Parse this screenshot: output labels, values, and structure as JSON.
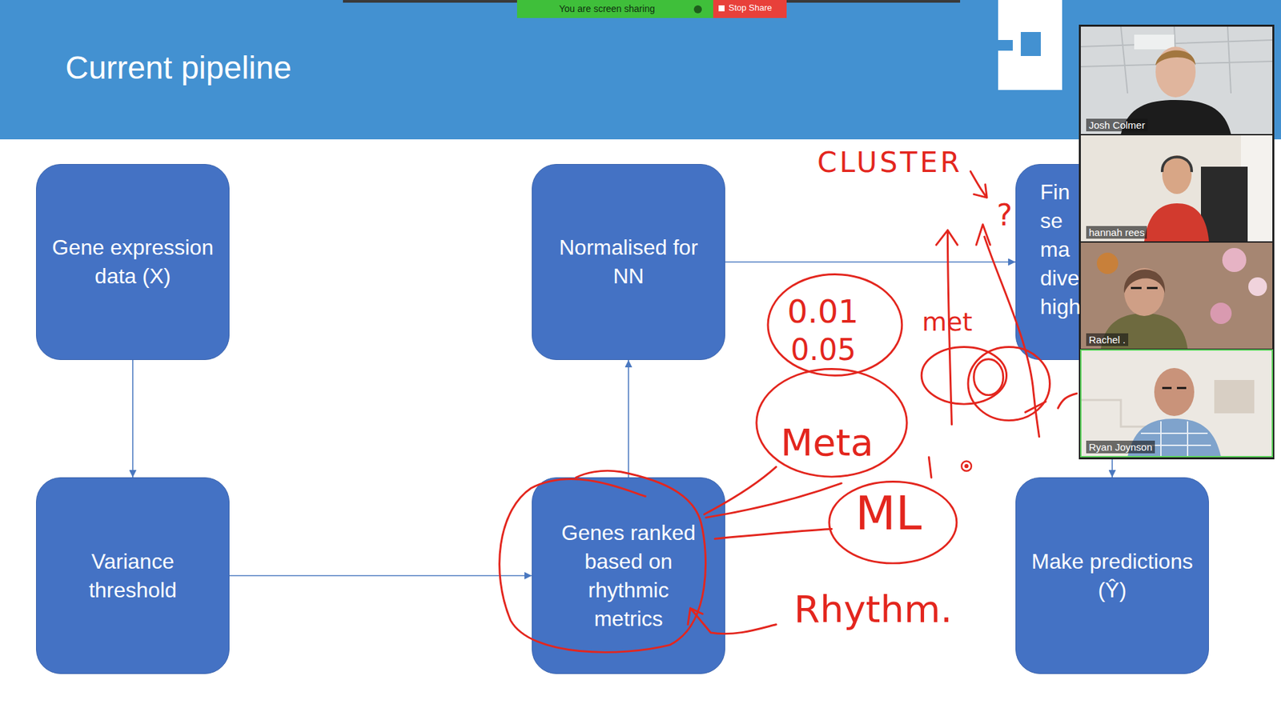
{
  "diagram": {
    "title": "Current pipeline",
    "nodes": [
      {
        "text": [
          "Gene expression data (X)"
        ]
      },
      {
        "text": [
          "Variance threshold"
        ]
      },
      {
        "text": [
          "Genes ranked based on rhythmic metrics"
        ]
      },
      {
        "text": [
          "Normalised for NN"
        ]
      },
      {
        "text": [
          "Fin se ma dive high"
        ]
      },
      {
        "text": [
          "Make predictions (Ŷ)"
        ]
      }
    ],
    "edges": [
      {
        "from": 0,
        "to": 1,
        "arrow": "to"
      },
      {
        "from": 1,
        "to": 2,
        "arrow": "to"
      },
      {
        "from": 2,
        "to": 3,
        "arrow": "to"
      },
      {
        "from": 3,
        "to": 4,
        "arrow": "to"
      },
      {
        "from": 4,
        "to": 5,
        "arrow": "to"
      }
    ],
    "labels": [
      "You are screen sharing",
      "Stop Share",
      "Josh Colmer",
      "hannah rees",
      "Rachel .",
      "Ryan Joynson",
      "CLUSTER",
      "?",
      "0.01",
      "0.05",
      "met",
      "Meta",
      "ML",
      "Rhythm."
    ]
  }
}
